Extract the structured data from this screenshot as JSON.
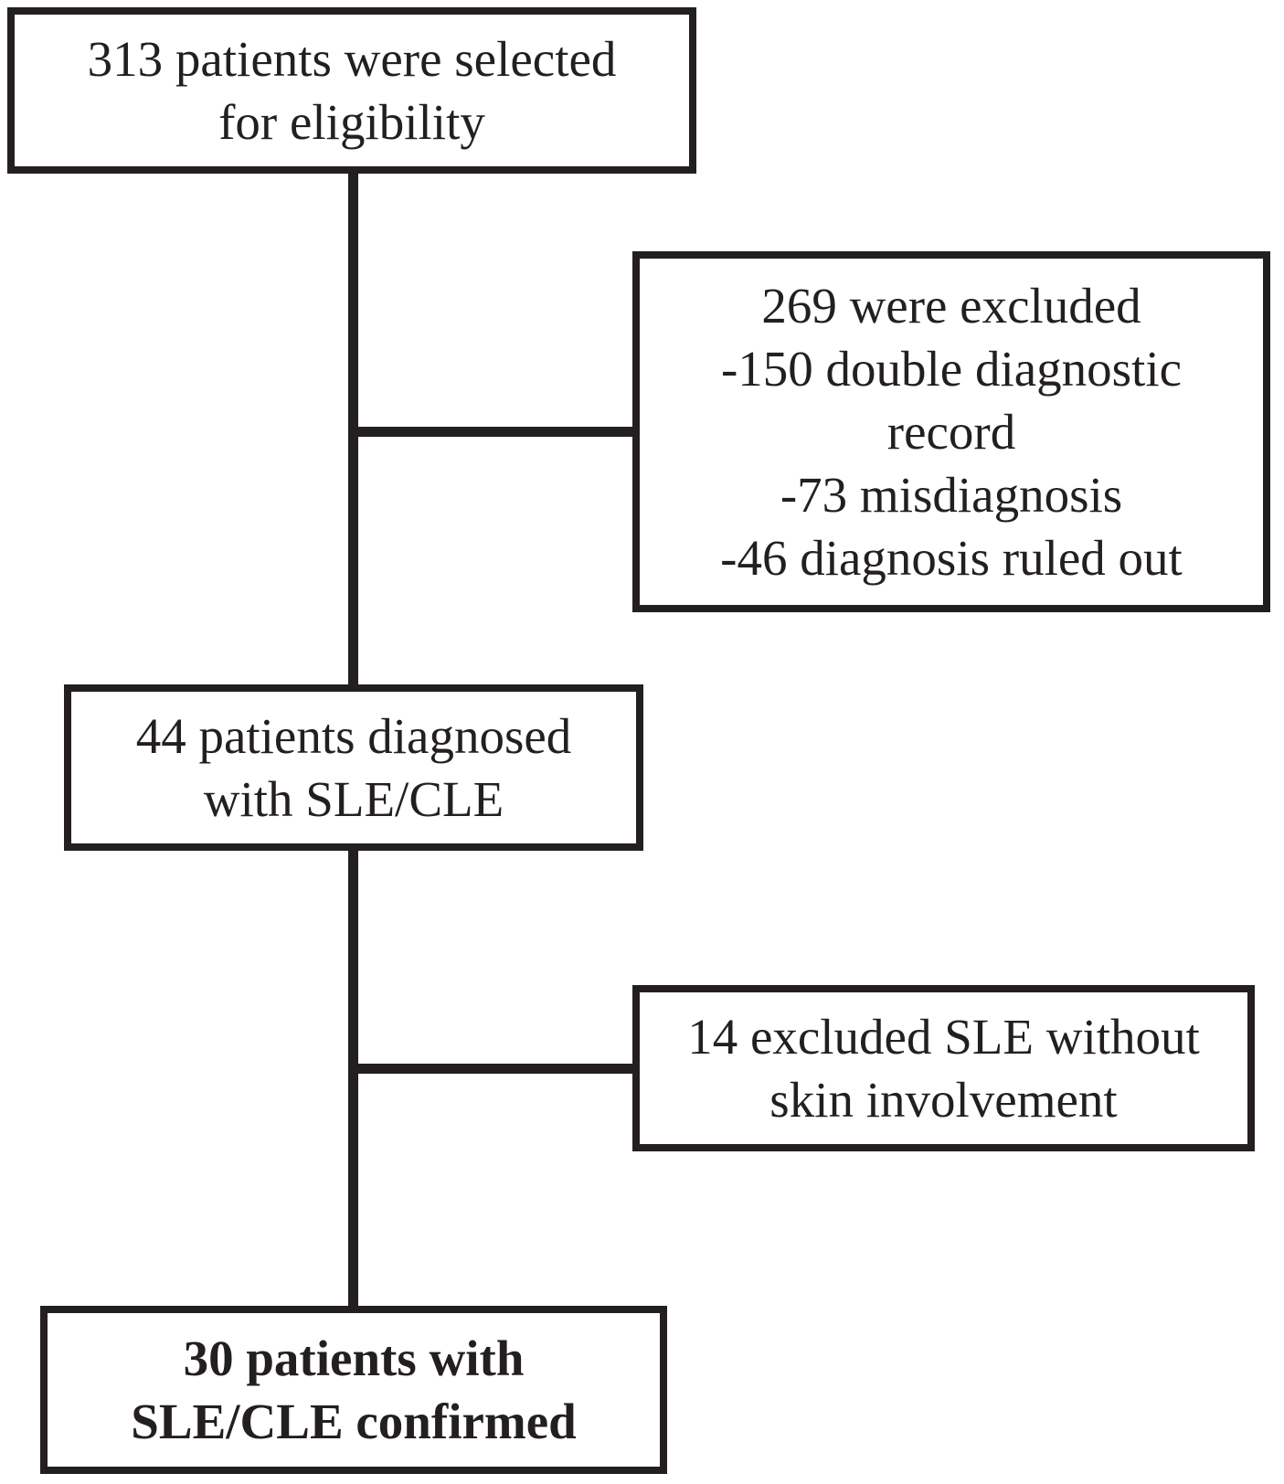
{
  "boxes": {
    "selected": {
      "lines": [
        "313 patients were selected",
        "for eligibility"
      ]
    },
    "excluded_first": {
      "lines": [
        "269 were excluded",
        "-150 double diagnostic",
        "record",
        "-73 misdiagnosis",
        "-46 diagnosis ruled out"
      ]
    },
    "diagnosed": {
      "lines": [
        "44 patients diagnosed",
        "with SLE/CLE"
      ]
    },
    "excluded_second": {
      "lines": [
        "14 excluded SLE without",
        "skin involvement"
      ]
    },
    "confirmed": {
      "lines": [
        "30 patients with",
        "SLE/CLE confirmed"
      ]
    }
  },
  "colors": {
    "stroke": "#231f20",
    "background": "#ffffff",
    "text": "#231f20"
  }
}
